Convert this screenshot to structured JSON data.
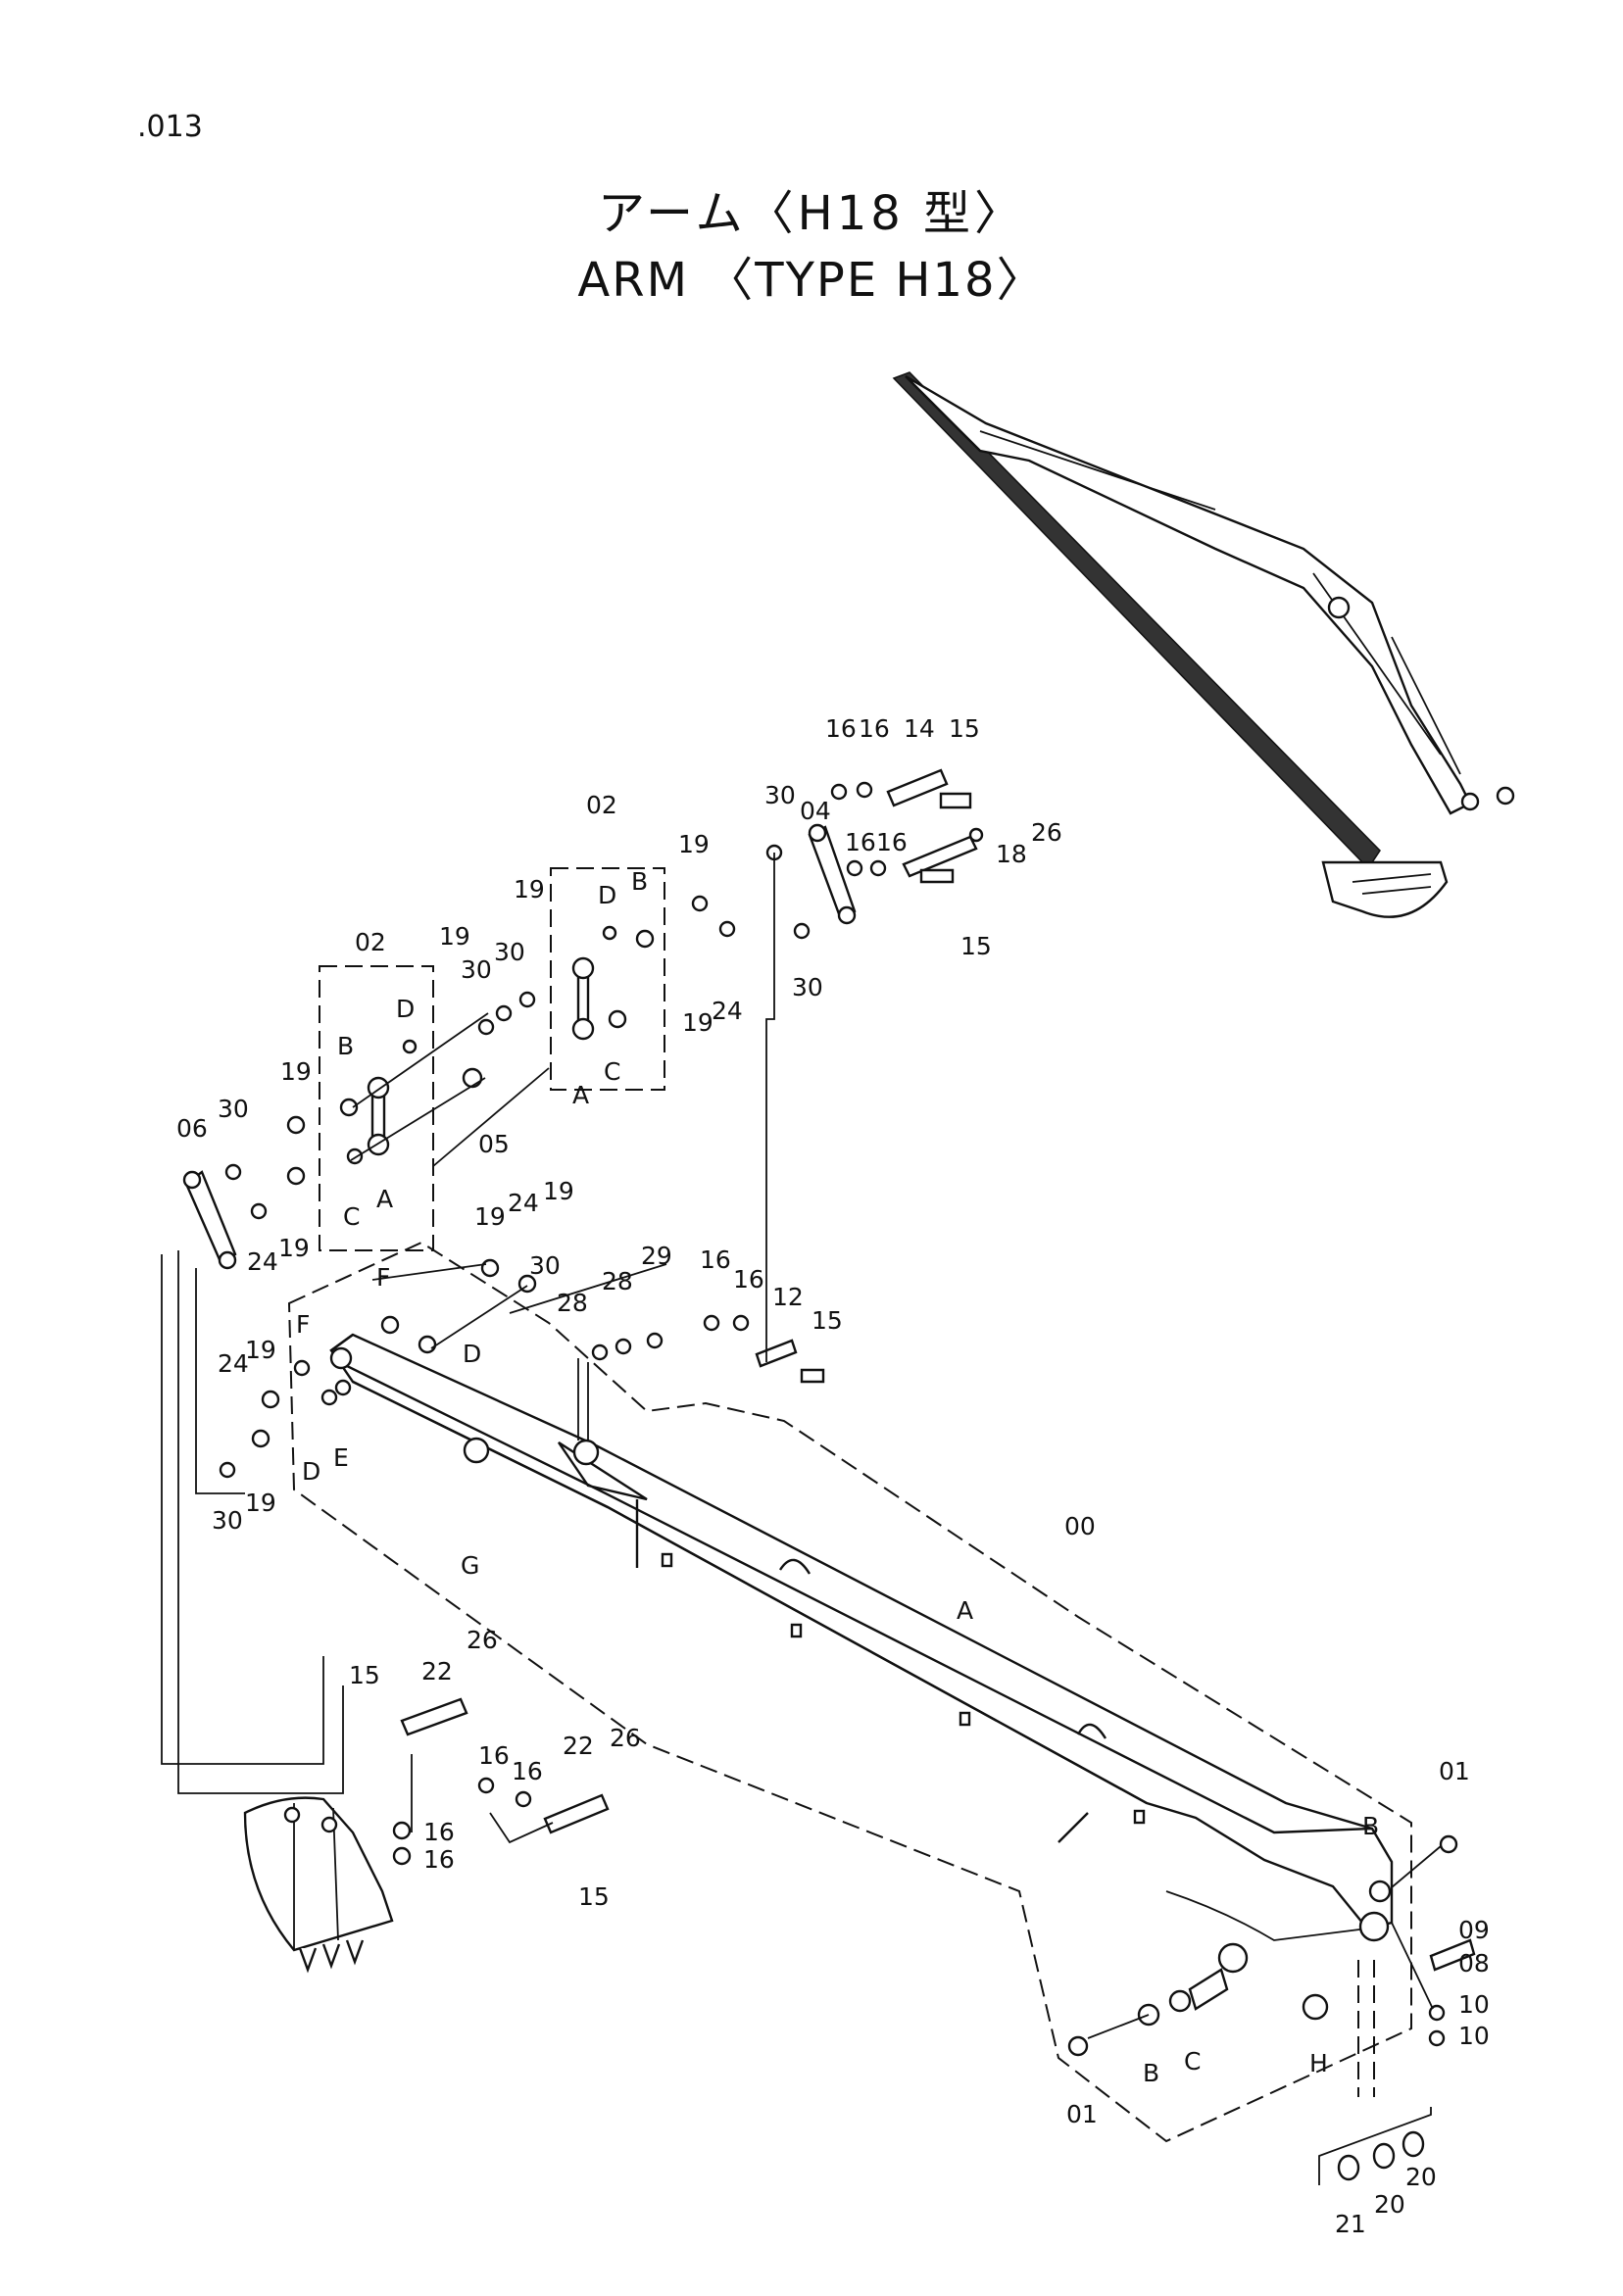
{
  "page_number": ".013",
  "title": {
    "japanese": "アーム〈H18 型〉",
    "english": "ARM 〈TYPE  H18〉"
  },
  "callouts": {
    "c00": "00",
    "c01a": "01",
    "c01b": "01",
    "c02a": "02",
    "c02b": "02",
    "c04": "04",
    "c05": "05",
    "c06": "06",
    "c08": "08",
    "c09": "09",
    "c10a": "10",
    "c10b": "10",
    "c12": "12",
    "c14": "14",
    "c15a": "15",
    "c15b": "15",
    "c15c": "15",
    "c15d": "15",
    "c15e": "15",
    "c16a": "16",
    "c16b": "16",
    "c16c": "16",
    "c16d": "16",
    "c16e": "16",
    "c16f": "16",
    "c16g": "16",
    "c16h": "16",
    "c16i": "16",
    "c16j": "16",
    "c18": "18",
    "c19a": "19",
    "c19b": "19",
    "c19c": "19",
    "c19d": "19",
    "c19e": "19",
    "c19f": "19",
    "c19g": "19",
    "c19h": "19",
    "c19i": "19",
    "c19j": "19",
    "c20a": "20",
    "c20b": "20",
    "c21": "21",
    "c22a": "22",
    "c22b": "22",
    "c24a": "24",
    "c24b": "24",
    "c24c": "24",
    "c24d": "24",
    "c26a": "26",
    "c26b": "26",
    "c26c": "26",
    "c28a": "28",
    "c28b": "28",
    "c29": "29",
    "c30a": "30",
    "c30b": "30",
    "c30c": "30",
    "c30d": "30",
    "c30e": "30",
    "c30f": "30",
    "c30g": "30"
  },
  "letters": {
    "A1": "A",
    "A2": "A",
    "A3": "A",
    "B1": "B",
    "B2": "B",
    "B3": "B",
    "B4": "B",
    "C1": "C",
    "C2": "C",
    "C3": "C",
    "D1": "D",
    "D2": "D",
    "D3": "D",
    "D4": "D",
    "E1": "E",
    "F1": "F",
    "F2": "F",
    "G1": "G",
    "H1": "H"
  }
}
